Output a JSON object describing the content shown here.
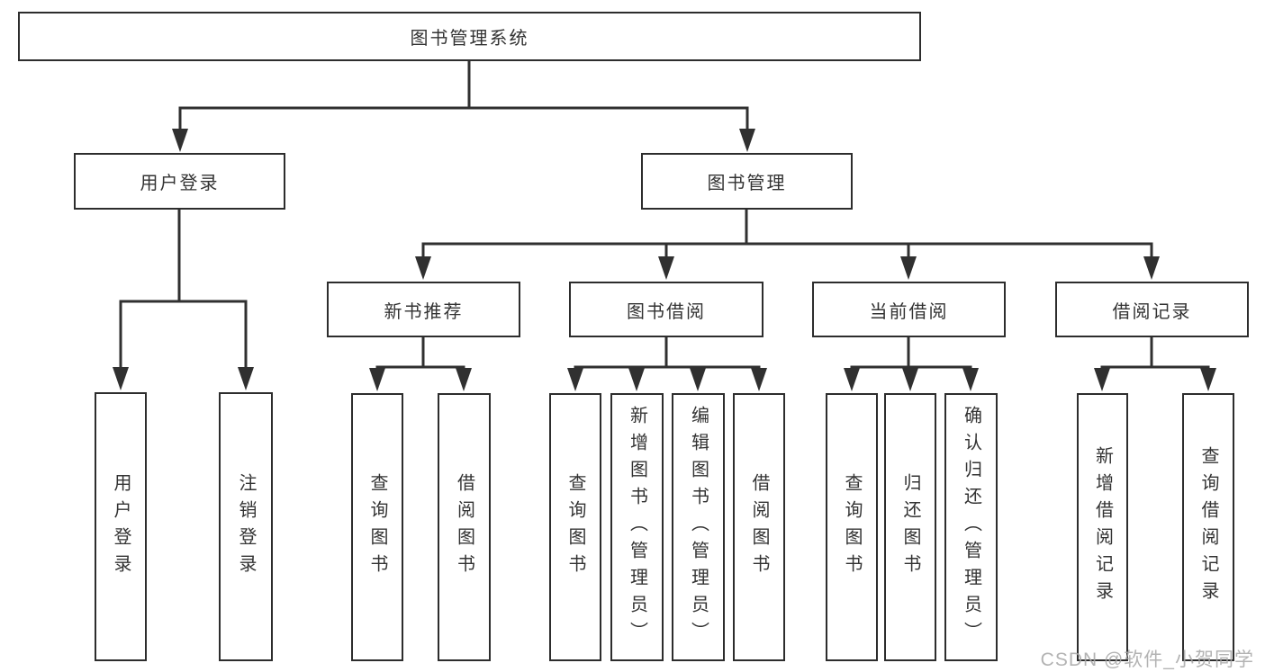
{
  "root_label": "图书管理系统",
  "user_branch": {
    "label": "用户登录",
    "children": [
      "用户登录",
      "注销登录"
    ]
  },
  "books_branch": {
    "label": "图书管理",
    "sections": [
      {
        "label": "新书推荐",
        "children": [
          "查询图书",
          "借阅图书"
        ]
      },
      {
        "label": "图书借阅",
        "children": [
          "查询图书",
          "新增图书（管理员）",
          "编辑图书（管理员）",
          "借阅图书"
        ]
      },
      {
        "label": "当前借阅",
        "children": [
          "查询图书",
          "归还图书",
          "确认归还（管理员）"
        ]
      },
      {
        "label": "借阅记录",
        "children": [
          "新增借阅记录",
          "查询借阅记录"
        ]
      }
    ]
  },
  "watermark": "CSDN @软件_小贺同学",
  "colors": {
    "line": "#303030",
    "box_border": "#2d2d2d",
    "text": "#333333",
    "watermark": "#a6a6a6",
    "background": "#ffffff"
  }
}
